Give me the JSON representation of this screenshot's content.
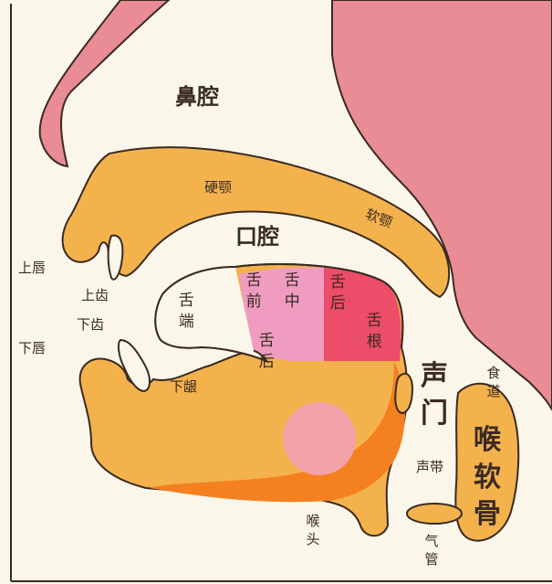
{
  "colors": {
    "background": "#fbf6ea",
    "outline": "#3a2a22",
    "tissue_pink": "#e98c95",
    "tissue_orange": "#f3b24c",
    "tongue_deep_orange": "#f4801f",
    "tongue_front": "#ef9cc0",
    "tongue_middle": "#ef9cc0",
    "tongue_back": "#ec4d68",
    "larynx_circle": "#f2a2a8"
  },
  "labels": {
    "nasal_cavity": "鼻腔",
    "hard_palate": "硬颚",
    "soft_palate": "软颚",
    "oral_cavity": "口腔",
    "upper_lip": "上唇",
    "upper_teeth": "上齿",
    "lower_teeth": "下齿",
    "lower_lip": "下唇",
    "tongue_tip": "舌端",
    "tongue_front": "舌前",
    "tongue_middle": "舌中",
    "tongue_back": "舌后",
    "tongue_blade_back": "舌后",
    "tongue_root": "舌根",
    "alveolar_lower": "下龈",
    "glottis": "声门",
    "esophagus": "食道",
    "epiglottis": "喉软骨",
    "vocal_cords": "声带",
    "larynx": "喉头",
    "trachea": "气管"
  }
}
